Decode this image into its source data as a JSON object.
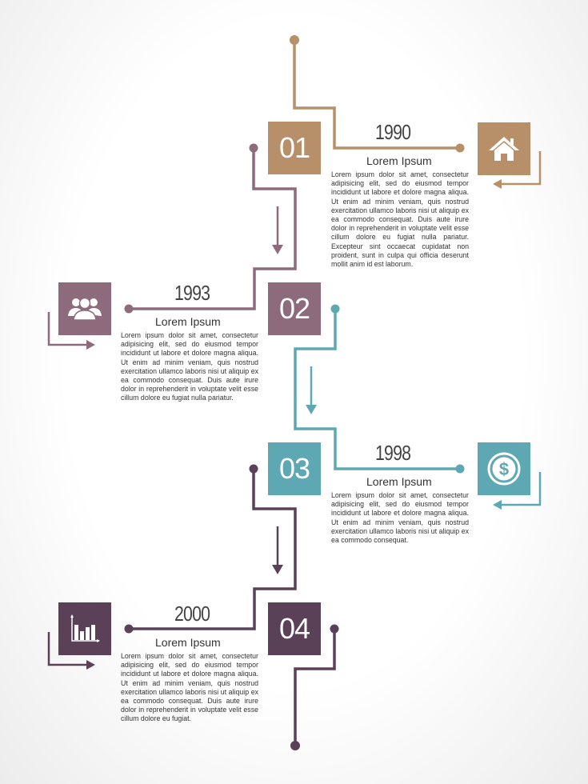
{
  "colors": {
    "step1": "#b78f68",
    "step2": "#8e6b7c",
    "step3": "#5ea8b3",
    "step4": "#5b4158"
  },
  "steps": [
    {
      "number": "01",
      "year": "1990",
      "heading": "Lorem Ipsum",
      "text": "Lorem ipsum dolor sit amet, consectetur adipisicing elit, sed do eiusmod tempor incididunt ut labore et dolore magna aliqua. Ut enim ad minim veniam, quis nostrud exercitation ullamco laboris nisi ut aliquip ex ea commodo consequat. Duis aute irure dolor in reprehenderit in voluptate velit esse cillum dolore eu fugiat nulla pariatur. Excepteur sint occaecat cupidatat non proident, sunt in culpa qui officia deserunt mollit anim id est laborum.",
      "icon": "house-icon"
    },
    {
      "number": "02",
      "year": "1993",
      "heading": "Lorem Ipsum",
      "text": "Lorem ipsum dolor sit amet, consectetur adipisicing elit, sed do eiusmod tempor incididunt ut labore et dolore magna aliqua. Ut enim ad minim veniam, quis nostrud exercitation ullamco laboris nisi ut aliquip ex ea commodo consequat. Duis aute irure dolor in reprehenderit in voluptate velit esse cillum dolore eu fugiat nulla pariatur.",
      "icon": "people-icon"
    },
    {
      "number": "03",
      "year": "1998",
      "heading": "Lorem Ipsum",
      "text": "Lorem ipsum dolor sit amet, consectetur adipisicing elit, sed do eiusmod tempor incididunt ut labore et dolore magna aliqua. Ut enim ad minim veniam, quis nostrud exercitation ullamco laboris nisi ut aliquip ex ea commodo consequat.",
      "icon": "dollar-icon"
    },
    {
      "number": "04",
      "year": "2000",
      "heading": "Lorem Ipsum",
      "text": "Lorem ipsum dolor sit amet, consectetur adipisicing elit, sed do eiusmod tempor incididunt ut labore et dolore magna aliqua. Ut enim ad minim veniam, quis nostrud exercitation ullamco laboris nisi ut aliquip ex ea commodo consequat. Duis aute irure dolor in reprehenderit in voluptate velit esse cillum dolore eu fugiat.",
      "icon": "bar-chart-icon"
    }
  ]
}
